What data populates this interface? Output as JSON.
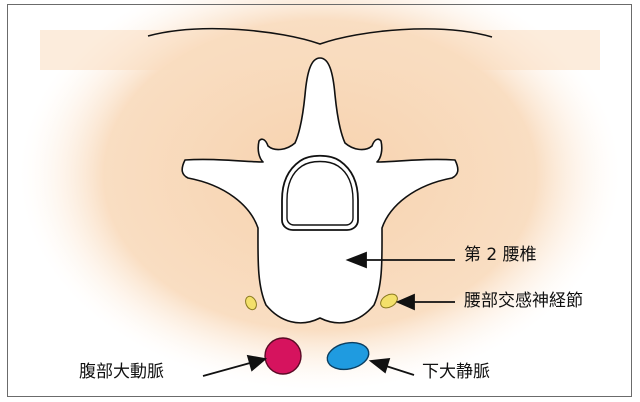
{
  "labels": {
    "second_lumbar_vertebra": "第 2 腰椎",
    "lumbar_sympathetic_ganglion": "腰部交感神経節",
    "abdominal_aorta": "腹部大動脈",
    "inferior_vena_cava": "下大静脈"
  },
  "colors": {
    "tissue_background": "#f9d9b8",
    "bone_fill": "#ffffff",
    "outline": "#111111",
    "ganglion": "#f3e06a",
    "aorta": "#d6135e",
    "vena_cava": "#1f9be0"
  }
}
